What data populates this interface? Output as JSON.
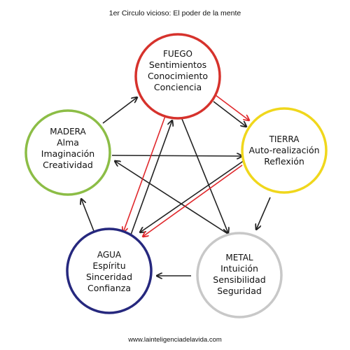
{
  "title": "1er Circulo vicioso: El poder de la mente",
  "footer": "www.lainteligenciadelavida.com",
  "colors": {
    "arrow": "#222222",
    "red_arrow": "#e0282c"
  },
  "nodes": {
    "fuego": {
      "name": "FUEGO",
      "lines": [
        "Sentimientos",
        "Conocimiento",
        "Conciencia"
      ],
      "color": "#d6322c"
    },
    "tierra": {
      "name": "TIERRA",
      "lines": [
        "Auto-realización",
        "Reflexión"
      ],
      "color": "#f0d71c"
    },
    "metal": {
      "name": "METAL",
      "lines": [
        "Intuición",
        "Sensibilidad",
        "Seguridad"
      ],
      "color": "#c8c8c8"
    },
    "agua": {
      "name": "AGUA",
      "lines": [
        "Espíritu",
        "Sinceridad",
        "Confianza"
      ],
      "color": "#26287e"
    },
    "madera": {
      "name": "MADERA",
      "lines": [
        "Alma",
        "Imaginación",
        "Creatividad"
      ],
      "color": "#8cbd46"
    }
  }
}
